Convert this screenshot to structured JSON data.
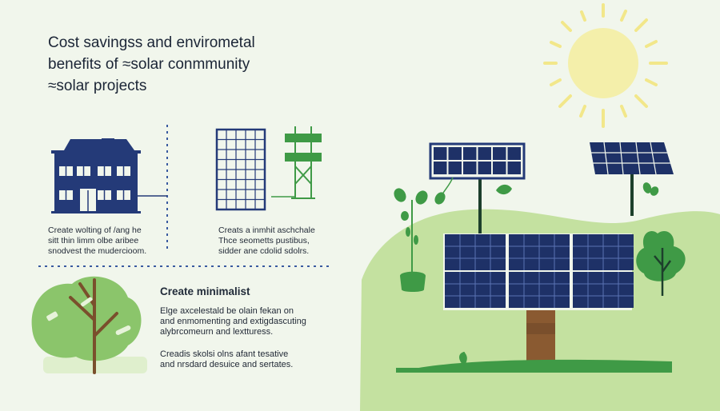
{
  "title": {
    "line1": "Cost savingss and envirometal",
    "line2": "benefits of ≈solar conmmunity",
    "line3": "≈solar   projects"
  },
  "house_caption": [
    "Create wolting of /ang  he",
    "sitt thin limm olbe aribee",
    "snodvest the mudercioom."
  ],
  "panel_caption": [
    "Creats a inmhit aschchale",
    "Thce seometts pustibus,",
    "sidder ane cdolid sdolrs."
  ],
  "minimalist": {
    "heading": "Create minimalist",
    "body": [
      "Elge axcelestald be olain fekan on",
      "and enmomenting and extigdascuting",
      "alybrcomeurn and lextturess."
    ],
    "foot": [
      "Creadis skolsi olns afant tesative",
      "and nrsdard desuice and sertates."
    ]
  },
  "colors": {
    "background": "#f1f6ec",
    "navy": "#243a78",
    "panel_cell": "#1e3167",
    "green": "#3f9a46",
    "light_green": "#a8d07a",
    "hill": "#c4e1a0",
    "sun": "#f4efaa",
    "sun_ray": "#f2e78a",
    "trunk": "#7a4f2c"
  }
}
